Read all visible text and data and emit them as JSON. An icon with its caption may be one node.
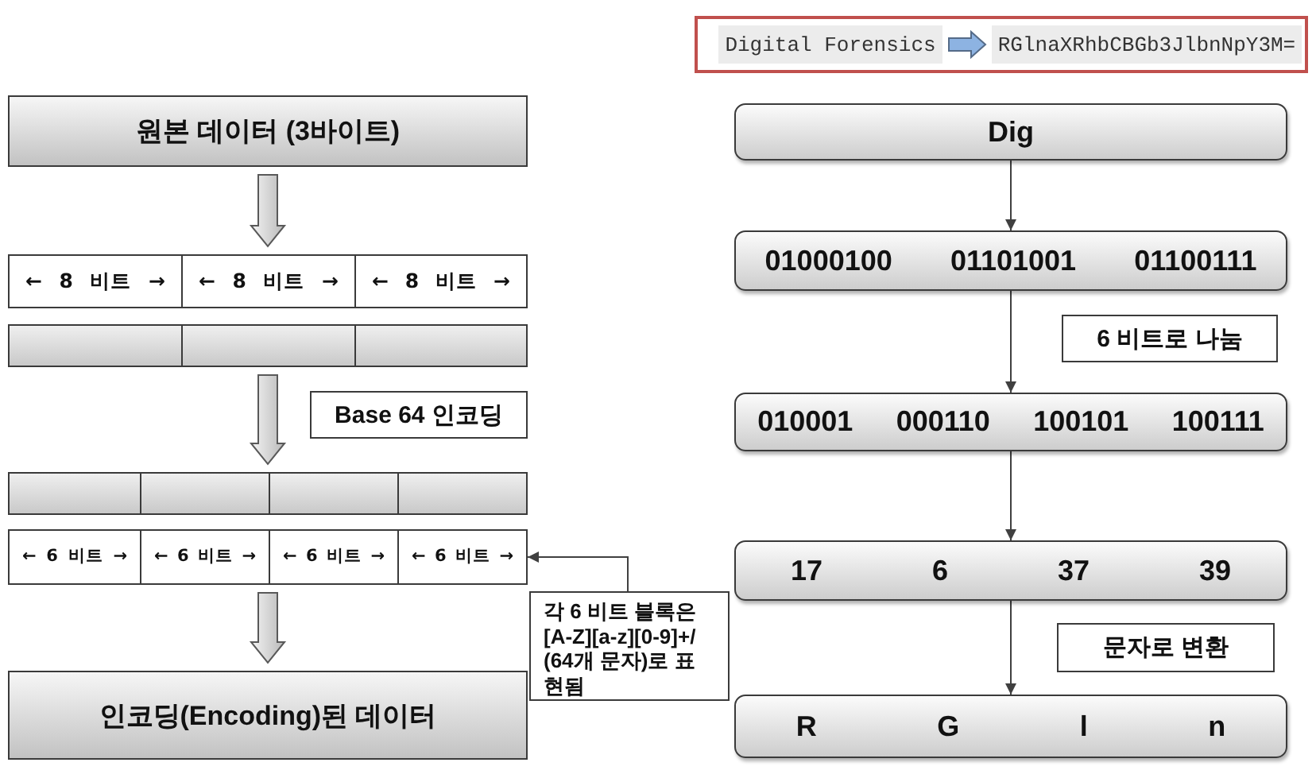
{
  "diagram": {
    "nodes": [
      {
        "text": [
          "원본 데이터 (3바이트)"
        ]
      },
      {
        "text": [],
        "shape": "box"
      },
      {
        "text": [
          "← 8 비트 →"
        ],
        "in": 1
      },
      {
        "text": [
          "← 8 비트 →"
        ],
        "in": 1
      },
      {
        "text": [
          "← 8 비트 →"
        ],
        "in": 1
      },
      {
        "text": [],
        "shape": "box"
      },
      {
        "text": [],
        "shape": "box",
        "in": 5
      },
      {
        "text": [],
        "shape": "box",
        "in": 5
      },
      {
        "text": [],
        "shape": "box",
        "in": 5
      },
      {
        "text": [
          "Base 64 인코딩"
        ]
      },
      {
        "text": [],
        "shape": "box"
      },
      {
        "text": [],
        "shape": "box",
        "in": 10
      },
      {
        "text": [],
        "shape": "box",
        "in": 10
      },
      {
        "text": [],
        "shape": "box",
        "in": 10
      },
      {
        "text": [],
        "shape": "box",
        "in": 10
      },
      {
        "text": [],
        "shape": "box"
      },
      {
        "text": [
          "← 6 비트 →"
        ],
        "in": 15
      },
      {
        "text": [
          "← 6 비트 →"
        ],
        "in": 15
      },
      {
        "text": [
          "← 6 비트 →"
        ],
        "in": 15
      },
      {
        "text": [
          "← 6 비트 →"
        ],
        "in": 15
      },
      {
        "text": [
          "각 6 비트 블록은 [A-Z][a-z][0-9]+/ (64개 문자)로 표현됨"
        ]
      },
      {
        "text": [
          "인코딩(Encoding)된 데이터"
        ]
      },
      {
        "text": [],
        "shape": "box"
      },
      {
        "text": [
          "Digital Forensics"
        ],
        "in": 22
      },
      {
        "text": [
          "RGlnaXRhbCBGb3JlbnNpY3M="
        ],
        "in": 22
      },
      {
        "text": [
          "Dig"
        ]
      },
      {
        "text": [
          "01000100",
          "01101001",
          "01100111"
        ]
      },
      {
        "text": [
          "6 비트로 나눔"
        ]
      },
      {
        "text": [
          "010001",
          "000110",
          "100101",
          "100111"
        ]
      },
      {
        "text": [
          "17",
          "6",
          "37",
          "39"
        ]
      },
      {
        "text": [
          "문자로 변환"
        ]
      },
      {
        "text": [
          "R",
          "G",
          "l",
          "n"
        ]
      }
    ],
    "edges": [
      {
        "from": 0,
        "to": 1,
        "arrow": "to",
        "style": "thick"
      },
      {
        "from": 5,
        "to": 10,
        "arrow": "to",
        "style": "thick"
      },
      {
        "from": 15,
        "to": 21,
        "arrow": "to",
        "style": "thick"
      },
      {
        "from": 20,
        "to": 15,
        "arrow": "to"
      },
      {
        "from": 23,
        "to": 24,
        "arrow": "to",
        "style": "thick",
        "color": "#8db3e2"
      },
      {
        "from": 25,
        "to": 26,
        "arrow": "to"
      },
      {
        "from": 26,
        "to": 28,
        "arrow": "to"
      },
      {
        "from": 28,
        "to": 29,
        "arrow": "to"
      },
      {
        "from": 29,
        "to": 31,
        "arrow": "to"
      }
    ]
  }
}
